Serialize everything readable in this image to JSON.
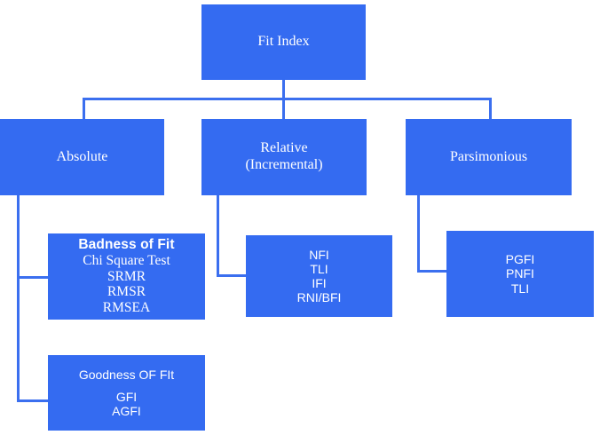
{
  "diagram": {
    "title": "Fit Index",
    "theme": {
      "box_fill": "#346bf1",
      "connector": "#3b6fef",
      "text": "#ffffff",
      "background": "#ffffff"
    },
    "root": {
      "label": "Fit Index"
    },
    "branches": [
      {
        "id": "absolute",
        "label": "Absolute",
        "children": [
          {
            "id": "badness-of-fit",
            "heading": "Badness of Fit",
            "items": [
              "Chi Square Test",
              "SRMR",
              "RMSR",
              "RMSEA"
            ]
          },
          {
            "id": "goodness-of-fit",
            "heading": "Goodness OF FIt",
            "items": [
              "GFI",
              "AGFI"
            ]
          }
        ]
      },
      {
        "id": "relative",
        "label_line1": "Relative",
        "label_line2": "(Incremental)",
        "children": [
          {
            "id": "relative-indices",
            "items": [
              "NFI",
              "TLI",
              "IFI",
              "RNI/BFI"
            ]
          }
        ]
      },
      {
        "id": "parsimonious",
        "label": "Parsimonious",
        "children": [
          {
            "id": "parsimonious-indices",
            "items": [
              "PGFI",
              "PNFI",
              "TLI"
            ]
          }
        ]
      }
    ]
  }
}
